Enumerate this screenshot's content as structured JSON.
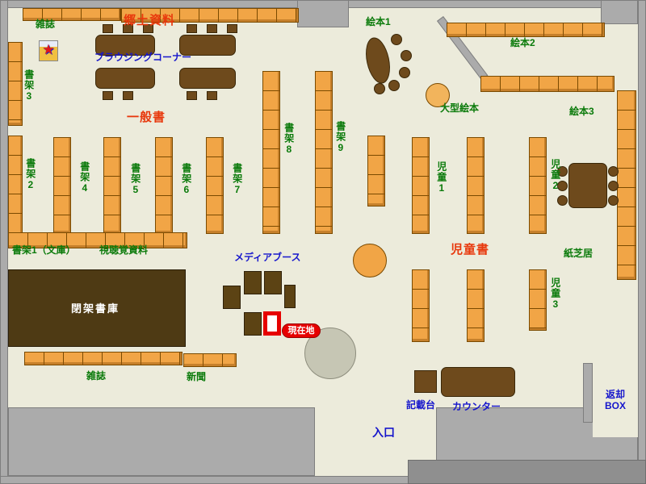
{
  "palette": {
    "floor": "#ecebdb",
    "wall": "#ababab",
    "shelf_orange": "#f1a546",
    "furniture_brown": "#6e4a1c",
    "closed_stacks_brown": "#4e3a14",
    "label_green": "#0a7a0a",
    "label_red": "#e8380c",
    "label_blue": "#1616cc",
    "marker_red": "#e60000"
  },
  "icons": {
    "star": "★"
  },
  "labels": {
    "magazines_top": "雑誌",
    "local_history": "郷土資料",
    "browsing_corner": "ブラウジングコーナー",
    "general_books": "一般書",
    "shelf1_bunko": "書架1（文庫）",
    "shelf2": "書架2",
    "shelf3": "書架3",
    "shelf4": "書架4",
    "shelf5": "書架5",
    "shelf6": "書架6",
    "shelf7": "書架7",
    "shelf8": "書架8",
    "shelf9": "書架9",
    "av_materials": "視聴覚資料",
    "media_booth": "メディアブース",
    "current_location": "現在地",
    "closed_stacks": "閉架書庫",
    "magazines_bottom": "雑誌",
    "newspaper": "新聞",
    "picture_books1": "絵本1",
    "picture_books2": "絵本2",
    "picture_books3": "絵本3",
    "large_picture_books": "大型絵本",
    "children1": "児童1",
    "children2": "児童2",
    "children3": "児童3",
    "children_books": "児童書",
    "kamishibai": "紙芝居",
    "form_desk": "記載台",
    "counter": "カウンター",
    "return_box": "返却\nBOX",
    "entrance": "入口"
  }
}
